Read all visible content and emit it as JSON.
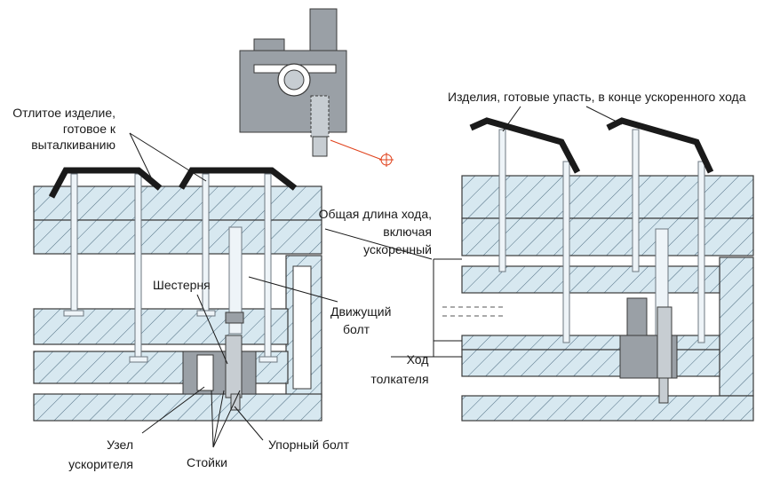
{
  "labels": {
    "part_ready": [
      "Отлитое изделие,",
      "готовое к",
      "выталкиванию"
    ],
    "gear": "Шестерня",
    "moving_bolt": [
      "Движущий",
      "болт"
    ],
    "accelerator_unit": [
      "Узел",
      "ускорителя"
    ],
    "posts": "Стойки",
    "stop_bolt": "Упорный болт",
    "total_stroke": [
      "Общая длина хода,",
      "включая",
      "ускоренный"
    ],
    "ejector_stroke": [
      "Ход",
      "толкателя"
    ],
    "parts_fall": "Изделия, готовые упасть, в конце ускоренного хода"
  },
  "colors": {
    "plate_fill": "#d7e8f0",
    "hatch_line": "#4d6c80",
    "outline": "#3a3a3a",
    "product": "#1a1a1a",
    "accent": "#e0401a"
  }
}
